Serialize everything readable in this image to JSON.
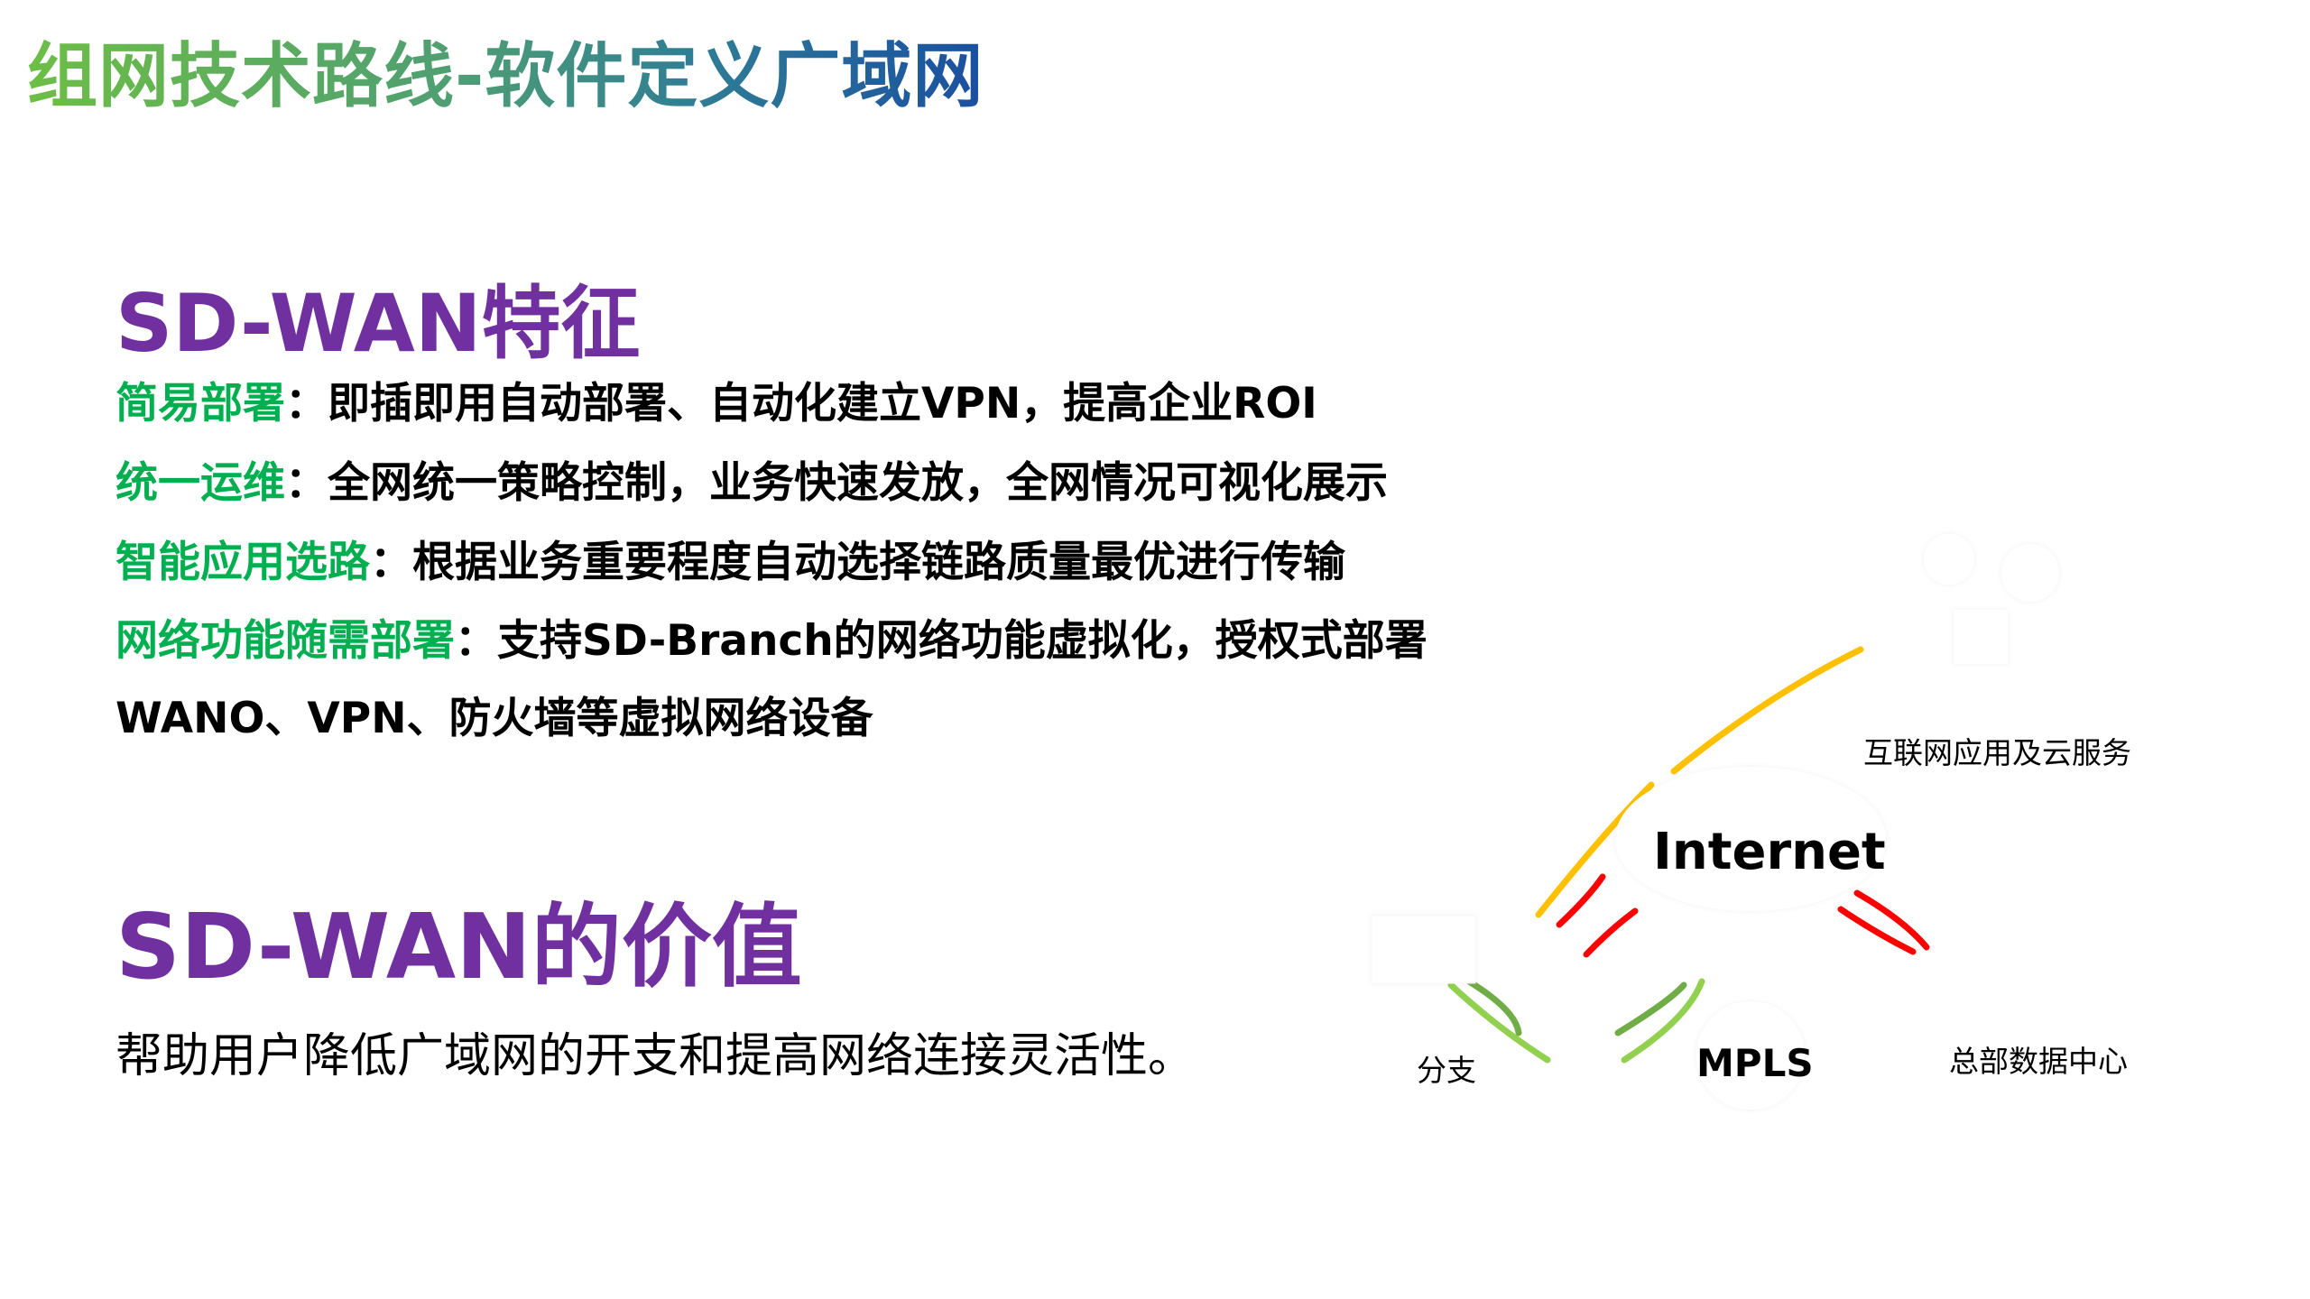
{
  "slide": {
    "title": "组网技术路线-软件定义广域网",
    "features": {
      "heading": "SD-WAN特征",
      "items": [
        {
          "key": "简易部署",
          "sep": "：",
          "text": "即插即用自动部署、自动化建立VPN，提高企业ROI"
        },
        {
          "key": "统一运维",
          "sep": "：",
          "text": "全网统一策略控制，业务快速发放，全网情况可视化展示"
        },
        {
          "key": "智能应用选路",
          "sep": "：",
          "text": "根据业务重要程度自动选择链路质量最优进行传输"
        },
        {
          "key": "网络功能随需部署",
          "sep": "：",
          "text": "支持SD-Branch的网络功能虚拟化，授权式部署"
        }
      ],
      "continuation": "WANO、VPN、防火墙等虚拟网络设备"
    },
    "value": {
      "heading": "SD-WAN的价值",
      "description": "帮助用户降低广域网的开支和提高网络连接灵活性。"
    }
  },
  "diagram": {
    "nodes": {
      "internet": "Internet",
      "mpls": "MPLS",
      "branch": "分支",
      "hq": "总部数据中心",
      "cloud": "互联网应用及云服务"
    },
    "icons": [
      "ie-browser-icon",
      "pie-chart-icon",
      "image-icon",
      "monitor-icon",
      "cloud-icon"
    ],
    "colors": {
      "internet_to_cloud": "#ffc000",
      "internet_links": "#ff0000",
      "mpls_dark": "#70ad47",
      "mpls_light": "#92d050"
    }
  },
  "colors": {
    "title_gradient_start": "#6dbe45",
    "title_gradient_end": "#1a4fa0",
    "heading": "#7030a0",
    "keyword": "#00b050"
  }
}
